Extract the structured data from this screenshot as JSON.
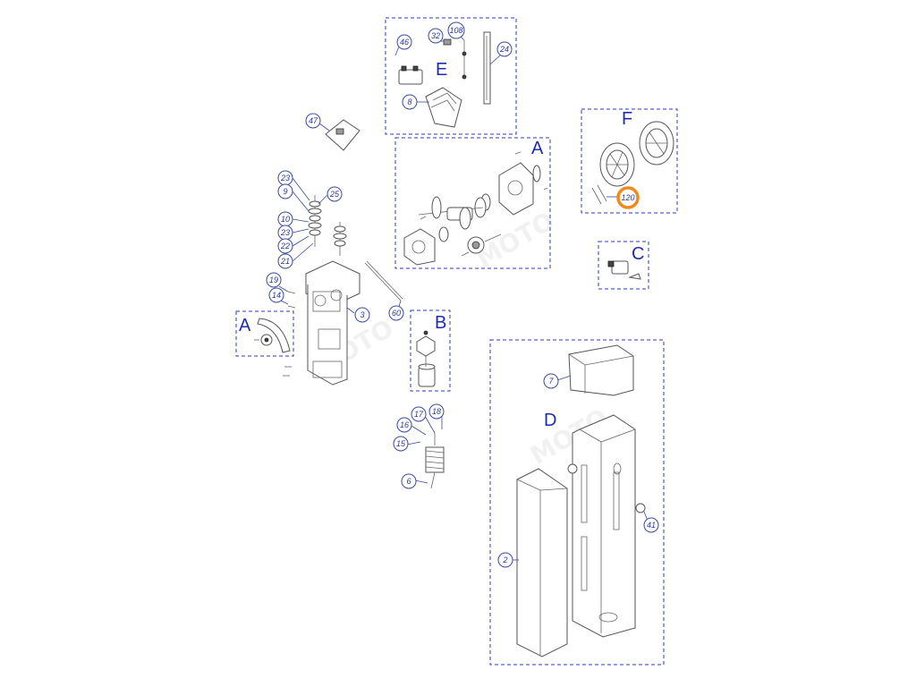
{
  "groups": [
    {
      "id": "E",
      "label": "E"
    },
    {
      "id": "A_top",
      "label": "A"
    },
    {
      "id": "F",
      "label": "F"
    },
    {
      "id": "C",
      "label": "C"
    },
    {
      "id": "A_left",
      "label": "A"
    },
    {
      "id": "B",
      "label": "B"
    },
    {
      "id": "D",
      "label": "D"
    }
  ],
  "callouts": [
    "46",
    "32",
    "108",
    "24",
    "8",
    "47",
    "23",
    "9",
    "25",
    "10",
    "23",
    "22",
    "21",
    "19",
    "14",
    "3",
    "60",
    "120",
    "17",
    "18",
    "16",
    "15",
    "6",
    "7",
    "41",
    "2"
  ],
  "highlight_color": "#f08a1c",
  "accent_color": "#1f2bb0"
}
